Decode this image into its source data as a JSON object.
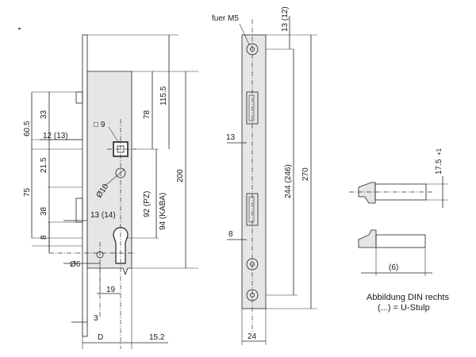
{
  "labels": {
    "fuer_m5": "fuer M5",
    "d_13_12": "13 (12)",
    "d_33": "33",
    "d_60_5": "60.5",
    "d_12_13": "12 (13)",
    "d_sq9": "□ 9",
    "d_78": "78",
    "d_115_5": "115.5",
    "d_21_5": "21.5",
    "d_o10": "Ø10",
    "d_75": "75",
    "d_38": "38",
    "d_13_14": "13 (14)",
    "d_92_pz": "92 (PZ)",
    "d_94_kaba": "94 (KABA)",
    "d_200": "200",
    "d_8a": "8",
    "d_o6": "Ø6",
    "d_19": "19",
    "d_3": "3",
    "d_d": "D",
    "d_15_2": "15.2",
    "d_13": "13",
    "d_244_246": "244 (246)",
    "d_270": "270",
    "d_8b": "8",
    "d_24": "24",
    "d_17_5": "17.5",
    "d_plus1": "+1",
    "d_6": "(6)"
  },
  "caption": {
    "line1": "Abbildung DIN rechts",
    "line2": "(...) = U-Stulp"
  },
  "colors": {
    "body_fill": "#e6e6e6",
    "line": "#222222"
  }
}
